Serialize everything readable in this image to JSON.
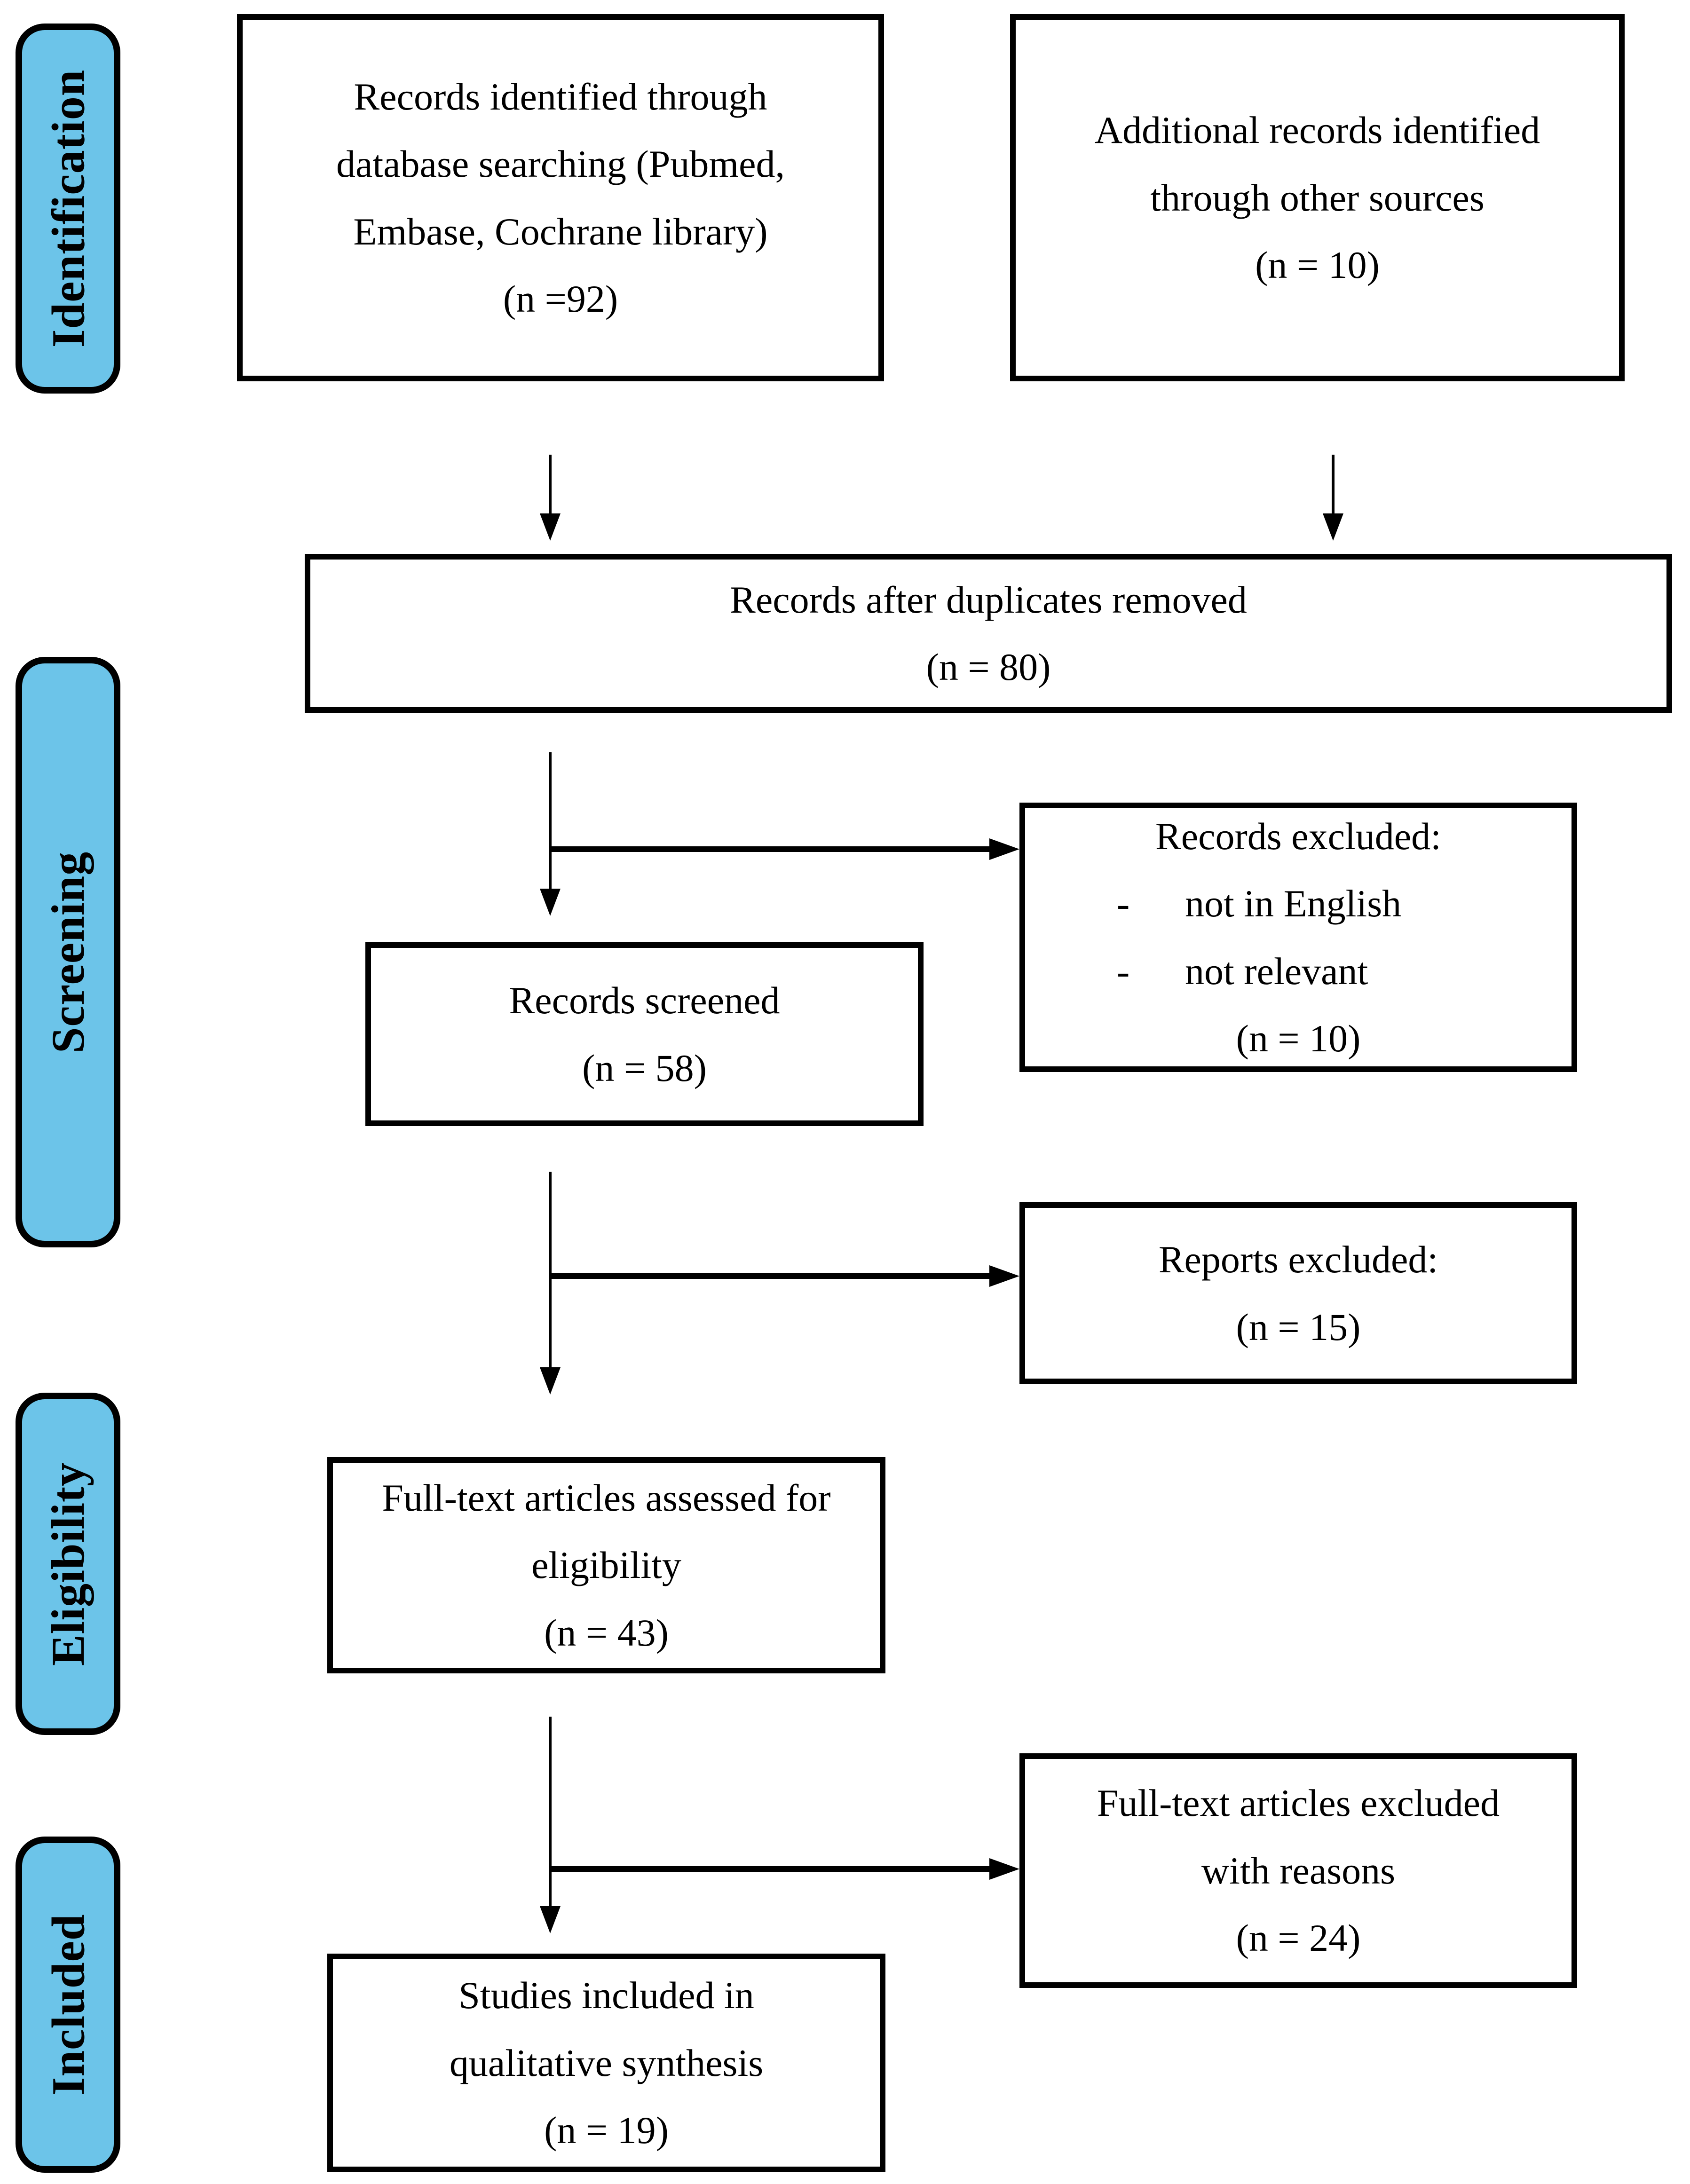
{
  "figure": {
    "type": "prisma-flow-diagram",
    "background": "#FFFFFF"
  },
  "colors": {
    "stage_fill": "#6CC4E9",
    "stage_border": "#000000",
    "box_border": "#000000",
    "arrow": "#000000",
    "text": "#000000"
  },
  "icons": {
    "arrow_down": "solid-triangle-down",
    "arrow_right": "solid-triangle-right"
  },
  "stage_labels": [
    {
      "label": "Identification"
    },
    {
      "label": "Screening"
    },
    {
      "label": "Eligibility"
    },
    {
      "label": "Included"
    }
  ],
  "boxes": {
    "identified": {
      "lines": [
        "Records identified through",
        "database searching (Pubmed,",
        "Embase, Cochrane library)",
        "(n =92)"
      ]
    },
    "additional": {
      "lines": [
        "Additional records identified",
        "through other sources",
        "(n = 10)"
      ]
    },
    "deduplicated": {
      "lines": [
        "Records after duplicates removed",
        "(n = 80)"
      ]
    },
    "screened": {
      "lines": [
        "Records screened",
        "(n = 58)"
      ]
    },
    "records_excluded": {
      "title": "Records excluded:",
      "bullet_marker": "-",
      "bullets": [
        "not in English",
        "not relevant"
      ],
      "count": "(n = 10)"
    },
    "reports_excluded": {
      "lines": [
        "Reports excluded:",
        "(n = 15)"
      ]
    },
    "fulltext_assessed": {
      "lines": [
        "Full-text articles assessed for",
        "eligibility",
        "(n = 43)"
      ]
    },
    "fulltext_excluded": {
      "lines": [
        "Full-text articles excluded",
        "with reasons",
        "(n = 24)"
      ]
    },
    "qualitative": {
      "lines": [
        "Studies included in",
        "qualitative synthesis",
        "(n = 19)"
      ]
    }
  }
}
